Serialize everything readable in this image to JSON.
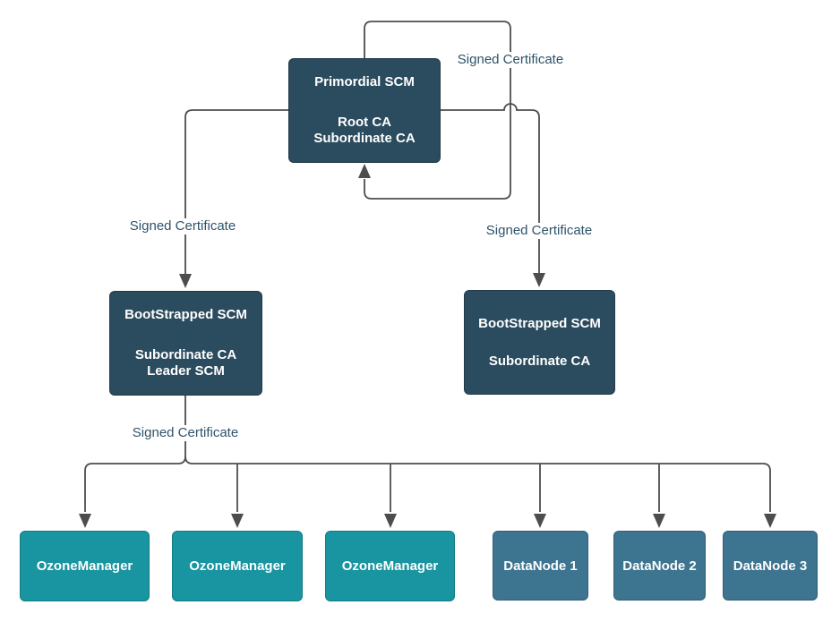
{
  "nodes": {
    "primordial": {
      "title": "Primordial SCM",
      "lines": [
        "Root CA",
        "Subordinate CA"
      ]
    },
    "bootstrapped_leader": {
      "title": "BootStrapped SCM",
      "lines": [
        "Subordinate CA",
        "Leader SCM"
      ]
    },
    "bootstrapped_follower": {
      "title": "BootStrapped SCM",
      "lines": [
        "Subordinate CA"
      ]
    },
    "leaves": [
      {
        "label": "OzoneManager"
      },
      {
        "label": "OzoneManager"
      },
      {
        "label": "OzoneManager"
      },
      {
        "label": "DataNode 1"
      },
      {
        "label": "DataNode 2"
      },
      {
        "label": "DataNode 3"
      }
    ]
  },
  "edge_labels": {
    "self_sign": "Signed Certificate",
    "to_leader": "Signed Certificate",
    "to_follower": "Signed Certificate",
    "to_services": "Signed Certificate"
  },
  "colors": {
    "scm_box": "#2b4b5e",
    "ozone_manager_box": "#1895a0",
    "datanode_box": "#3d748f",
    "connector_line": "#4d4d4d",
    "edge_label_text": "#2e536a",
    "box_text": "#ffffff",
    "background": "#ffffff"
  }
}
